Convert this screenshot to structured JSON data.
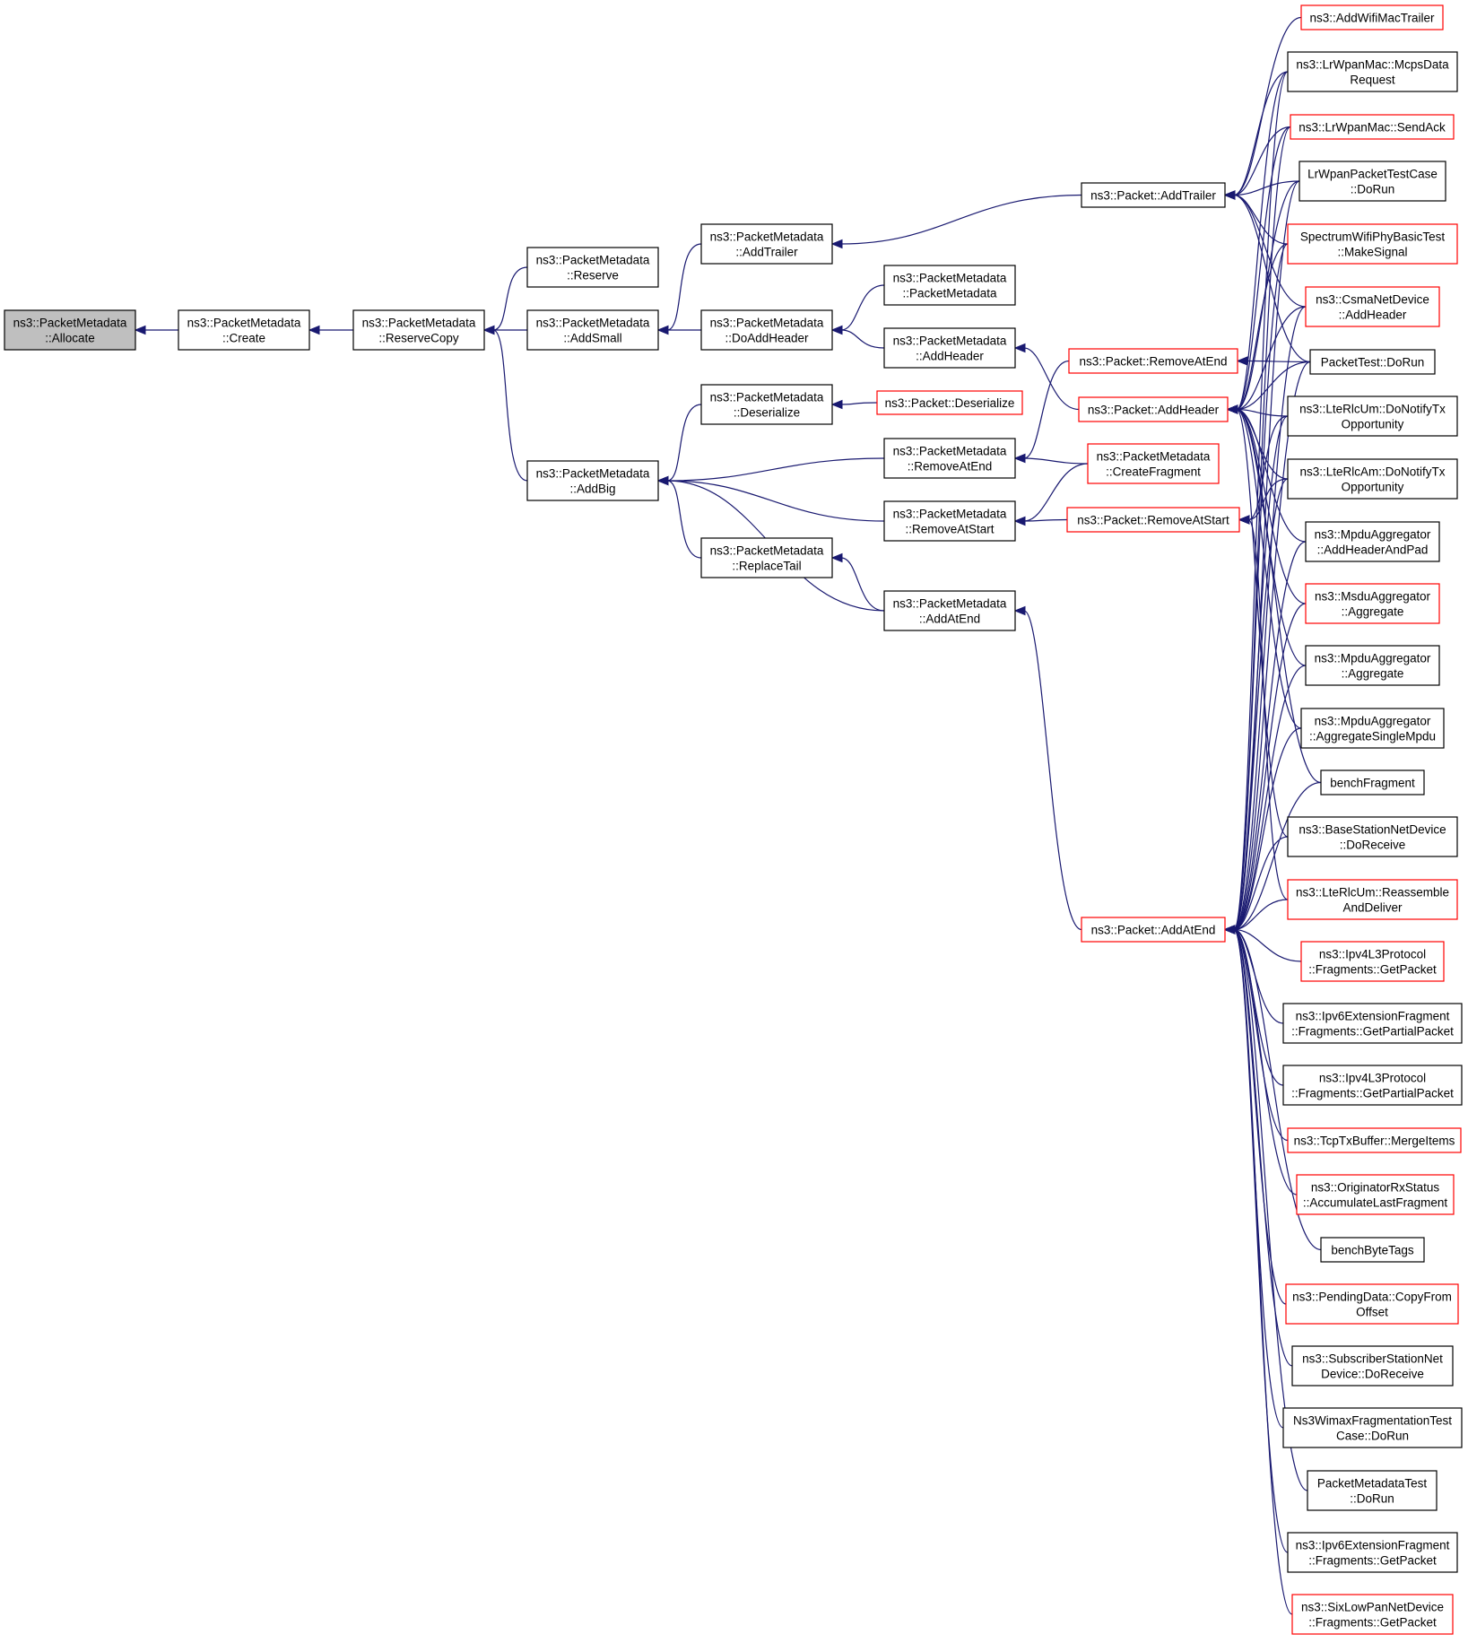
{
  "graph": {
    "nodes": [
      {
        "id": "allocate",
        "lines": [
          "ns3::PacketMetadata",
          "::Allocate"
        ],
        "style": "focus"
      },
      {
        "id": "create",
        "lines": [
          "ns3::PacketMetadata",
          "::Create"
        ],
        "style": "black"
      },
      {
        "id": "reservecopy",
        "lines": [
          "ns3::PacketMetadata",
          "::ReserveCopy"
        ],
        "style": "black"
      },
      {
        "id": "reserve",
        "lines": [
          "ns3::PacketMetadata",
          "::Reserve"
        ],
        "style": "black"
      },
      {
        "id": "addsmall",
        "lines": [
          "ns3::PacketMetadata",
          "::AddSmall"
        ],
        "style": "black"
      },
      {
        "id": "addbig",
        "lines": [
          "ns3::PacketMetadata",
          "::AddBig"
        ],
        "style": "black"
      },
      {
        "id": "addtrailer_pm",
        "lines": [
          "ns3::PacketMetadata",
          "::AddTrailer"
        ],
        "style": "black"
      },
      {
        "id": "doaddheader",
        "lines": [
          "ns3::PacketMetadata",
          "::DoAddHeader"
        ],
        "style": "black"
      },
      {
        "id": "deserialize_pm",
        "lines": [
          "ns3::PacketMetadata",
          "::Deserialize"
        ],
        "style": "black"
      },
      {
        "id": "replacetail",
        "lines": [
          "ns3::PacketMetadata",
          "::ReplaceTail"
        ],
        "style": "black"
      },
      {
        "id": "pm_ctor",
        "lines": [
          "ns3::PacketMetadata",
          "::PacketMetadata"
        ],
        "style": "black"
      },
      {
        "id": "addheader_pm",
        "lines": [
          "ns3::PacketMetadata",
          "::AddHeader"
        ],
        "style": "black"
      },
      {
        "id": "deserialize_p",
        "lines": [
          "ns3::Packet::Deserialize"
        ],
        "style": "red"
      },
      {
        "id": "removeatend_pm",
        "lines": [
          "ns3::PacketMetadata",
          "::RemoveAtEnd"
        ],
        "style": "black"
      },
      {
        "id": "removeatstart_pm",
        "lines": [
          "ns3::PacketMetadata",
          "::RemoveAtStart"
        ],
        "style": "black"
      },
      {
        "id": "addatend_pm",
        "lines": [
          "ns3::PacketMetadata",
          "::AddAtEnd"
        ],
        "style": "black"
      },
      {
        "id": "addtrailer_p",
        "lines": [
          "ns3::Packet::AddTrailer"
        ],
        "style": "black"
      },
      {
        "id": "removeatend_p",
        "lines": [
          "ns3::Packet::RemoveAtEnd"
        ],
        "style": "red"
      },
      {
        "id": "addheader_p",
        "lines": [
          "ns3::Packet::AddHeader"
        ],
        "style": "red"
      },
      {
        "id": "createfragment",
        "lines": [
          "ns3::PacketMetadata",
          "::CreateFragment"
        ],
        "style": "red"
      },
      {
        "id": "removeatstart_p",
        "lines": [
          "ns3::Packet::RemoveAtStart"
        ],
        "style": "red"
      },
      {
        "id": "addatend_p",
        "lines": [
          "ns3::Packet::AddAtEnd"
        ],
        "style": "red"
      },
      {
        "id": "r_addwifimactrailer",
        "lines": [
          "ns3::AddWifiMacTrailer"
        ],
        "style": "red"
      },
      {
        "id": "r_mcpsdata",
        "lines": [
          "ns3::LrWpanMac::McpsData",
          "Request"
        ],
        "style": "black"
      },
      {
        "id": "r_sendack",
        "lines": [
          "ns3::LrWpanMac::SendAck"
        ],
        "style": "red"
      },
      {
        "id": "r_lrwpantest",
        "lines": [
          "LrWpanPacketTestCase",
          "::DoRun"
        ],
        "style": "black"
      },
      {
        "id": "r_spectrum",
        "lines": [
          "SpectrumWifiPhyBasicTest",
          "::MakeSignal"
        ],
        "style": "red"
      },
      {
        "id": "r_csma",
        "lines": [
          "ns3::CsmaNetDevice",
          "::AddHeader"
        ],
        "style": "red"
      },
      {
        "id": "r_packettest",
        "lines": [
          "PacketTest::DoRun"
        ],
        "style": "black"
      },
      {
        "id": "r_lterlcum_tx",
        "lines": [
          "ns3::LteRlcUm::DoNotifyTx",
          "Opportunity"
        ],
        "style": "black"
      },
      {
        "id": "r_lterlcam_tx",
        "lines": [
          "ns3::LteRlcAm::DoNotifyTx",
          "Opportunity"
        ],
        "style": "black"
      },
      {
        "id": "r_mpdu_addheader",
        "lines": [
          "ns3::MpduAggregator",
          "::AddHeaderAndPad"
        ],
        "style": "black"
      },
      {
        "id": "r_msdu_agg",
        "lines": [
          "ns3::MsduAggregator",
          "::Aggregate"
        ],
        "style": "red"
      },
      {
        "id": "r_mpdu_agg",
        "lines": [
          "ns3::MpduAggregator",
          "::Aggregate"
        ],
        "style": "black"
      },
      {
        "id": "r_mpdu_single",
        "lines": [
          "ns3::MpduAggregator",
          "::AggregateSingleMpdu"
        ],
        "style": "black"
      },
      {
        "id": "r_benchfragment",
        "lines": [
          "benchFragment"
        ],
        "style": "black"
      },
      {
        "id": "r_basestation",
        "lines": [
          "ns3::BaseStationNetDevice",
          "::DoReceive"
        ],
        "style": "black"
      },
      {
        "id": "r_lterlcum_reasm",
        "lines": [
          "ns3::LteRlcUm::Reassemble",
          "AndDeliver"
        ],
        "style": "red"
      },
      {
        "id": "r_ipv4_getpacket",
        "lines": [
          "ns3::Ipv4L3Protocol",
          "::Fragments::GetPacket"
        ],
        "style": "red"
      },
      {
        "id": "r_ipv6_partial",
        "lines": [
          "ns3::Ipv6ExtensionFragment",
          "::Fragments::GetPartialPacket"
        ],
        "style": "black"
      },
      {
        "id": "r_ipv4_partial",
        "lines": [
          "ns3::Ipv4L3Protocol",
          "::Fragments::GetPartialPacket"
        ],
        "style": "black"
      },
      {
        "id": "r_tcptx",
        "lines": [
          "ns3::TcpTxBuffer::MergeItems"
        ],
        "style": "red"
      },
      {
        "id": "r_originator",
        "lines": [
          "ns3::OriginatorRxStatus",
          "::AccumulateLastFragment"
        ],
        "style": "red"
      },
      {
        "id": "r_benchbytetags",
        "lines": [
          "benchByteTags"
        ],
        "style": "black"
      },
      {
        "id": "r_pendingdata",
        "lines": [
          "ns3::PendingData::CopyFrom",
          "Offset"
        ],
        "style": "red"
      },
      {
        "id": "r_subscriber",
        "lines": [
          "ns3::SubscriberStationNet",
          "Device::DoReceive"
        ],
        "style": "black"
      },
      {
        "id": "r_wimaxfrag",
        "lines": [
          "Ns3WimaxFragmentationTest",
          "Case::DoRun"
        ],
        "style": "black"
      },
      {
        "id": "r_pmtest",
        "lines": [
          "PacketMetadataTest",
          "::DoRun"
        ],
        "style": "black"
      },
      {
        "id": "r_ipv6_getpacket",
        "lines": [
          "ns3::Ipv6ExtensionFragment",
          "::Fragments::GetPacket"
        ],
        "style": "black"
      },
      {
        "id": "r_sixlowpan",
        "lines": [
          "ns3::SixLowPanNetDevice",
          "::Fragments::GetPacket"
        ],
        "style": "red"
      }
    ],
    "edges": [
      [
        "create",
        "allocate"
      ],
      [
        "reservecopy",
        "create"
      ],
      [
        "reserve",
        "reservecopy"
      ],
      [
        "addsmall",
        "reservecopy"
      ],
      [
        "addbig",
        "reservecopy"
      ],
      [
        "addtrailer_pm",
        "addsmall"
      ],
      [
        "doaddheader",
        "addsmall"
      ],
      [
        "deserialize_pm",
        "addbig"
      ],
      [
        "removeatend_pm",
        "addbig"
      ],
      [
        "removeatstart_pm",
        "addbig"
      ],
      [
        "replacetail",
        "addbig"
      ],
      [
        "addatend_pm",
        "addbig"
      ],
      [
        "pm_ctor",
        "doaddheader"
      ],
      [
        "addheader_pm",
        "doaddheader"
      ],
      [
        "deserialize_p",
        "deserialize_pm"
      ],
      [
        "addatend_pm",
        "replacetail"
      ],
      [
        "addtrailer_p",
        "addtrailer_pm"
      ],
      [
        "addheader_p",
        "addheader_pm"
      ],
      [
        "removeatend_p",
        "removeatend_pm"
      ],
      [
        "createfragment",
        "removeatend_pm"
      ],
      [
        "createfragment",
        "removeatstart_pm"
      ],
      [
        "removeatstart_p",
        "removeatstart_pm"
      ],
      [
        "addatend_p",
        "addatend_pm"
      ],
      [
        "r_packettest",
        "removeatend_p"
      ],
      [
        "r_lterlcum_reasm",
        "removeatstart_p"
      ],
      [
        "r_lterlcum_tx",
        "removeatstart_p"
      ],
      [
        "r_lterlcam_tx",
        "removeatstart_p"
      ],
      [
        "r_addwifimactrailer",
        "addtrailer_p"
      ],
      [
        "r_mcpsdata",
        "addtrailer_p"
      ],
      [
        "r_sendack",
        "addtrailer_p"
      ],
      [
        "r_lrwpantest",
        "addtrailer_p"
      ],
      [
        "r_spectrum",
        "addtrailer_p"
      ],
      [
        "r_csma",
        "addtrailer_p"
      ],
      [
        "r_packettest",
        "addtrailer_p"
      ],
      [
        "r_mcpsdata",
        "addheader_p"
      ],
      [
        "r_sendack",
        "addheader_p"
      ],
      [
        "r_lrwpantest",
        "addheader_p"
      ],
      [
        "r_spectrum",
        "addheader_p"
      ],
      [
        "r_csma",
        "addheader_p"
      ],
      [
        "r_packettest",
        "addheader_p"
      ],
      [
        "r_lterlcum_tx",
        "addheader_p"
      ],
      [
        "r_lterlcam_tx",
        "addheader_p"
      ],
      [
        "r_mpdu_addheader",
        "addheader_p"
      ],
      [
        "r_msdu_agg",
        "addheader_p"
      ],
      [
        "r_mpdu_agg",
        "addheader_p"
      ],
      [
        "r_mpdu_single",
        "addheader_p"
      ],
      [
        "r_benchfragment",
        "addheader_p"
      ],
      [
        "r_basestation",
        "addheader_p"
      ],
      [
        "r_mcpsdata",
        "addatend_p"
      ],
      [
        "r_sendack",
        "addatend_p"
      ],
      [
        "r_lrwpantest",
        "addatend_p"
      ],
      [
        "r_spectrum",
        "addatend_p"
      ],
      [
        "r_csma",
        "addatend_p"
      ],
      [
        "r_packettest",
        "addatend_p"
      ],
      [
        "r_lterlcum_tx",
        "addatend_p"
      ],
      [
        "r_lterlcam_tx",
        "addatend_p"
      ],
      [
        "r_mpdu_addheader",
        "addatend_p"
      ],
      [
        "r_msdu_agg",
        "addatend_p"
      ],
      [
        "r_mpdu_agg",
        "addatend_p"
      ],
      [
        "r_mpdu_single",
        "addatend_p"
      ],
      [
        "r_benchfragment",
        "addatend_p"
      ],
      [
        "r_basestation",
        "addatend_p"
      ],
      [
        "r_lterlcum_reasm",
        "addatend_p"
      ],
      [
        "r_ipv4_getpacket",
        "addatend_p"
      ],
      [
        "r_ipv6_partial",
        "addatend_p"
      ],
      [
        "r_ipv4_partial",
        "addatend_p"
      ],
      [
        "r_tcptx",
        "addatend_p"
      ],
      [
        "r_originator",
        "addatend_p"
      ],
      [
        "r_benchbytetags",
        "addatend_p"
      ],
      [
        "r_pendingdata",
        "addatend_p"
      ],
      [
        "r_subscriber",
        "addatend_p"
      ],
      [
        "r_wimaxfrag",
        "addatend_p"
      ],
      [
        "r_pmtest",
        "addatend_p"
      ],
      [
        "r_ipv6_getpacket",
        "addatend_p"
      ],
      [
        "r_sixlowpan",
        "addatend_p"
      ]
    ]
  }
}
